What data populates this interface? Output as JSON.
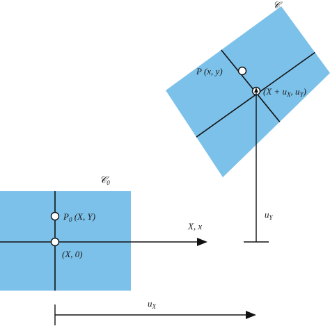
{
  "colors": {
    "body_fill": "#7cc1ea",
    "line": "#111111",
    "background": "#ffffff"
  },
  "labels": {
    "config_ref": "𝒞",
    "config_ref_sub": "0",
    "config_cur": "𝒞",
    "axis_main": "X, x",
    "point_p0_main": "P",
    "point_p0_sub": "0",
    "point_p0_rest": " (X, Y)",
    "point_origin": "(X, 0)",
    "point_p": "P (x, y)",
    "point_disp_pre": "(X + u",
    "point_disp_sub1": "X",
    "point_disp_mid": ", u",
    "point_disp_sub2": "Y",
    "point_disp_post": ")",
    "disp_y_main": "u",
    "disp_y_sub": "Y",
    "disp_x_main": "u",
    "disp_x_sub": "X"
  }
}
